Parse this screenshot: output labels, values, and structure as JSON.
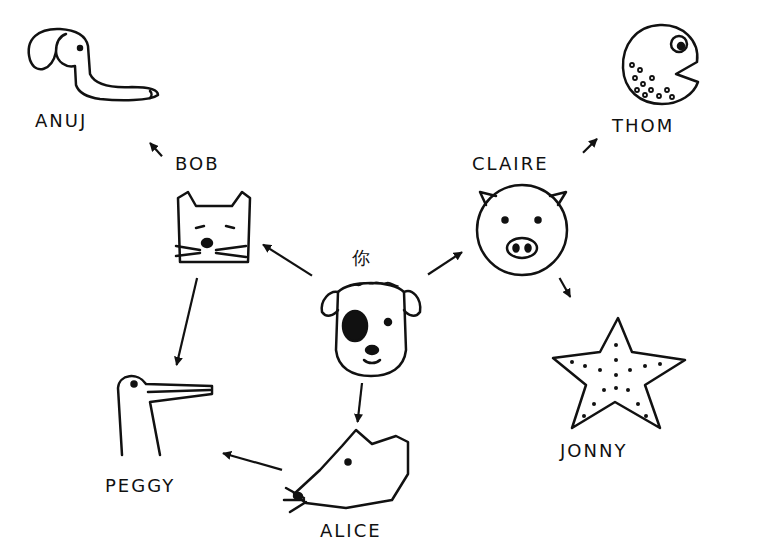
{
  "diagram": {
    "nodes": [
      {
        "text": [
          "ANUJ"
        ]
      },
      {
        "text": [
          "THOM"
        ]
      },
      {
        "text": [
          "BOB"
        ]
      },
      {
        "text": [
          "CLAIRE"
        ]
      },
      {
        "text": [
          "你"
        ]
      },
      {
        "text": [
          "JONNY"
        ]
      },
      {
        "text": [
          "PEGGY"
        ]
      },
      {
        "text": [
          "ALICE"
        ]
      }
    ],
    "edges": [
      {
        "from": 4,
        "to": 2,
        "arrow": "to"
      },
      {
        "from": 4,
        "to": 3,
        "arrow": "to"
      },
      {
        "from": 4,
        "to": 7,
        "arrow": "to"
      },
      {
        "from": 2,
        "to": 0,
        "arrow": "to"
      },
      {
        "from": 2,
        "to": 6,
        "arrow": "to"
      },
      {
        "from": 7,
        "to": 6,
        "arrow": "to"
      },
      {
        "from": 3,
        "to": 1,
        "arrow": "to"
      },
      {
        "from": 3,
        "to": 5,
        "arrow": "to"
      }
    ]
  }
}
